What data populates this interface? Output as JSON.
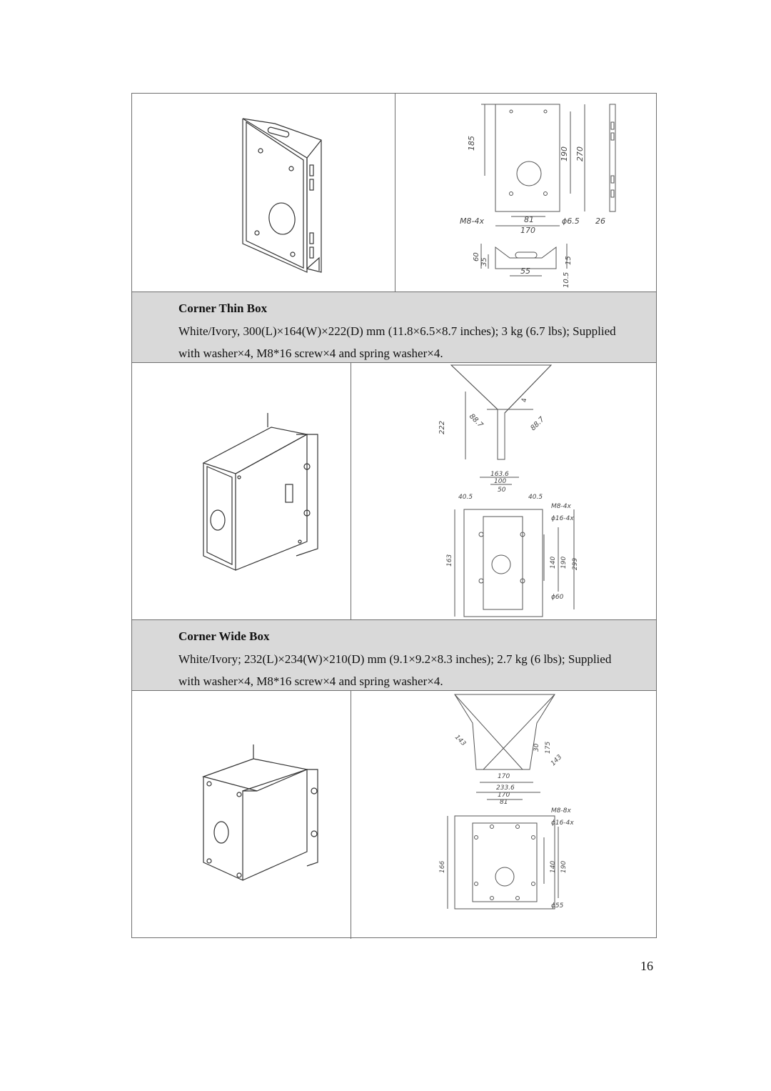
{
  "products": [
    {
      "title": "Corner Thin Box",
      "line1": "White/Ivory, 300(L)×164(W)×222(D) mm (11.8×6.5×8.7 inches); 3 kg (6.7 lbs); Supplied",
      "line2": "with washer×4, M8*16 screw×4 and spring washer×4.",
      "dims": {
        "d185": "185",
        "d190": "190",
        "d270": "270",
        "d81": "81",
        "d170": "170",
        "phi": "ϕ6.5",
        "m8": "M8-4x",
        "d26": "26",
        "d60": "60",
        "d35": "35",
        "d55": "55",
        "d15": "15",
        "d105": "10.5"
      }
    },
    {
      "title": "Corner Wide Box",
      "line1": "White/Ivory; 232(L)×234(W)×210(D) mm (9.1×9.2×8.3 inches); 2.7 kg (6 lbs); Supplied",
      "line2": "with washer×4, M8*16 screw×4 and spring washer×4.",
      "dims": {
        "d222": "222",
        "d887a": "88.7",
        "d887b": "88.7",
        "d4": "4",
        "d1636": "163.6",
        "d100": "100",
        "d50": "50",
        "d405a": "40.5",
        "d405b": "40.5",
        "m8": "M8-4x",
        "phi16": "ϕ16-4x",
        "d163": "163",
        "d140": "140",
        "d190": "190",
        "d299": "299",
        "phi60": "ϕ60"
      }
    },
    {
      "dims": {
        "d143a": "143",
        "d143b": "143",
        "d30": "30",
        "d175": "175",
        "d170": "170",
        "d2336": "233.6",
        "d170b": "170",
        "d81": "81",
        "m8": "M8-8x",
        "phi16": "ϕ16-4x",
        "d166": "166",
        "d140": "140",
        "d190": "190",
        "phi55": "ϕ55"
      }
    }
  ],
  "page_number": "16"
}
